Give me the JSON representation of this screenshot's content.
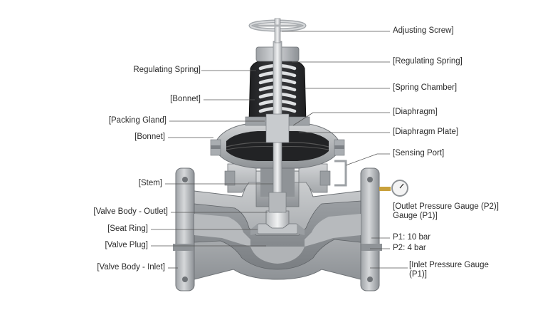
{
  "diagram": {
    "labels_left": {
      "regulating_spring": "Regulating Spring]",
      "bonnet_top": "[Bonnet]",
      "packing_gland": "[Packing Gland]",
      "bonnet_flange": "[Bonnet]",
      "stem": "[Stem]",
      "valve_body_outlet": "[Valve Body - Outlet]",
      "seat_ring": "[Seat Ring]",
      "valve_plug": "[Valve Plug]",
      "valve_body_inlet": "[Valve Body - Inlet]"
    },
    "labels_right": {
      "adjusting_screw": "Adjusting Screw]",
      "regulating_spring": "[Regulating Spring]",
      "spring_chamber": "[Spring Chamber]",
      "diaphragm": "[Diaphragm]",
      "diaphragm_plate": "[Diaphragm Plate]",
      "sensing_port": "[Sensing Port]",
      "outlet_gauge_line1": "[Outlet Pressure Gauge (P2)]",
      "outlet_gauge_line2": "Gauge (P1)]",
      "p1": "P1: 10 bar",
      "p2": "P2: 4 bar",
      "inlet_gauge_line1": "[Inlet Pressure Gauge",
      "inlet_gauge_line2": "(P1)]"
    },
    "colors": {
      "metal_light": "#c9cccf",
      "metal_mid": "#a9adb1",
      "metal_dark": "#7d8186",
      "cut_face": "#8f9397",
      "spring_chamber": "#2a2b2d",
      "spring": "#d7d9db",
      "leader": "#555555",
      "gauge_brass": "#c9a13c"
    }
  }
}
